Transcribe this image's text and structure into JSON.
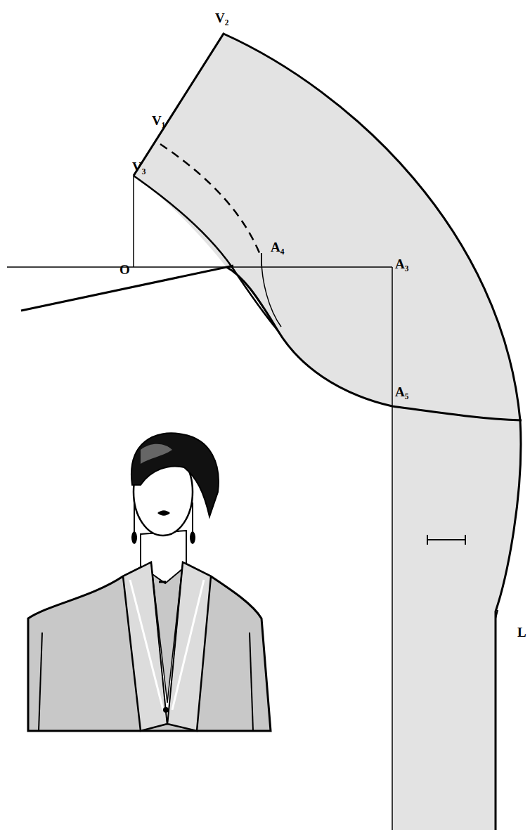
{
  "diagram": {
    "labels": [
      "V₂",
      "V₁",
      "V₃",
      "A₄",
      "O",
      "A₃",
      "A₅",
      "L"
    ]
  }
}
